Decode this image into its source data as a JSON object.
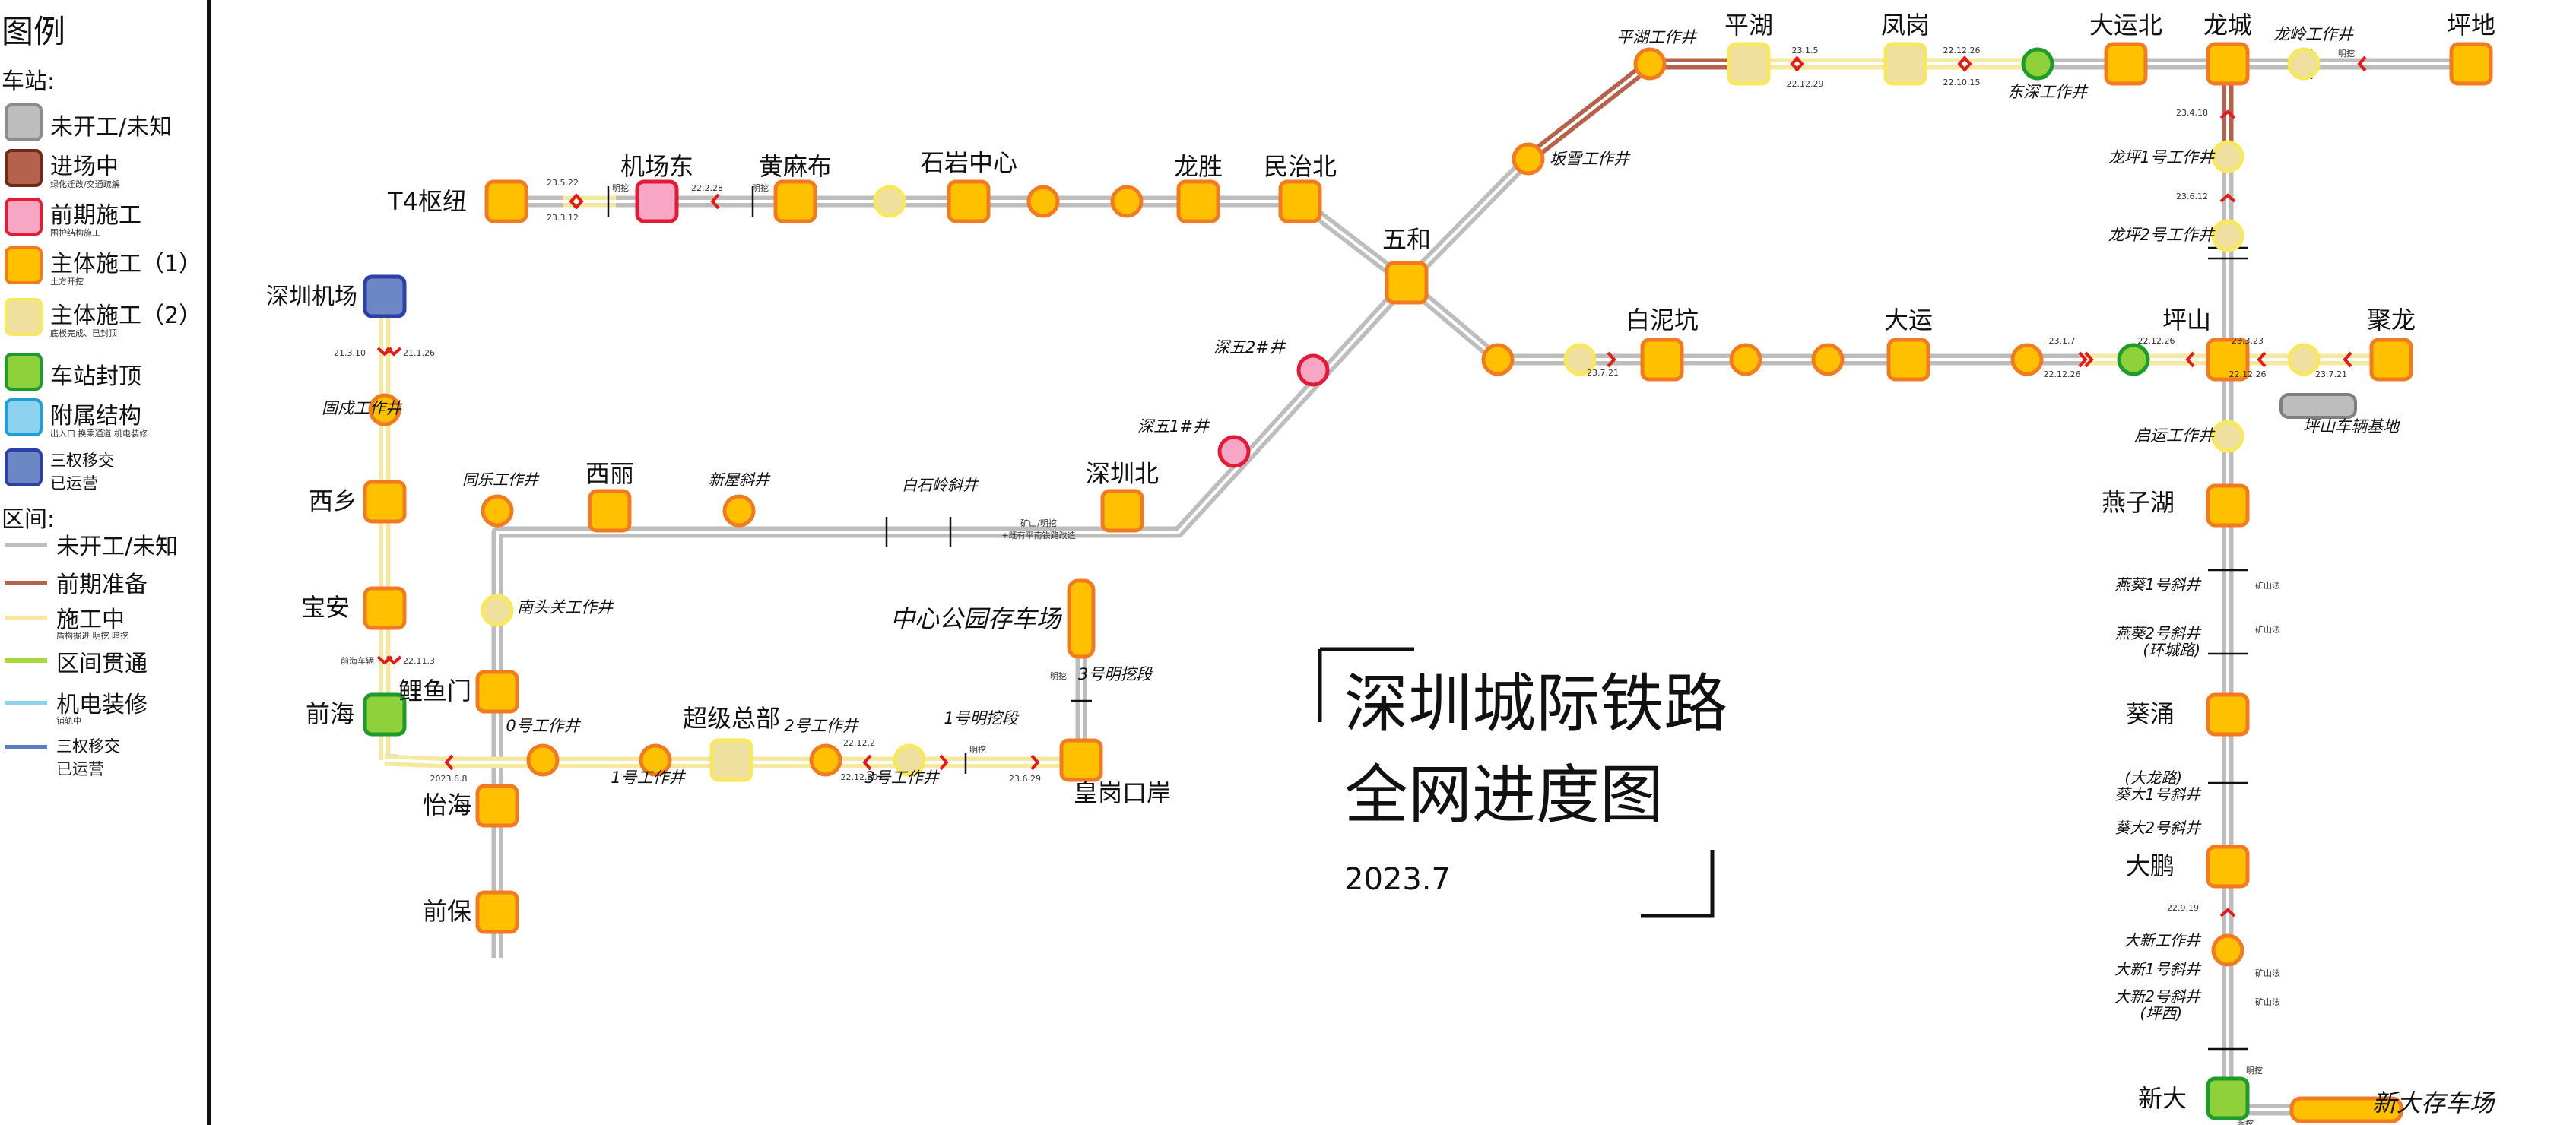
{
  "legend": {
    "title": "图例",
    "stations_heading": "车站:",
    "sections_heading": "区间:",
    "station_items": [
      {
        "label": "未开工/未知",
        "sub": "",
        "fill": "#bdbdbd",
        "stroke": "#8c8c8c",
        "icon": "station-grey"
      },
      {
        "label": "进场中",
        "sub": "绿化迁改/交通疏解",
        "fill": "#b5614b",
        "stroke": "#6e2a1a",
        "icon": "station-brown"
      },
      {
        "label": "前期施工",
        "sub": "围护结构施工",
        "fill": "#f7a6c3",
        "stroke": "#e31b38",
        "icon": "station-pink"
      },
      {
        "label": "主体施工（1）",
        "sub": "土方开挖",
        "fill": "#ffc000",
        "stroke": "#f27b21",
        "icon": "station-orange"
      },
      {
        "label": "主体施工（2）",
        "sub": "底板完成、已封顶",
        "fill": "#f0e0a0",
        "stroke": "#f7e85e",
        "icon": "station-cream"
      },
      {
        "label": "车站封顶",
        "sub": "",
        "fill": "#8fd13a",
        "stroke": "#1d9b2b",
        "icon": "station-green"
      },
      {
        "label": "附属结构",
        "sub": "出入口 换乘通道 机电装修",
        "fill": "#8dd3f0",
        "stroke": "#1e9fd6",
        "icon": "station-blue"
      },
      {
        "label": "三权移交",
        "sub": "已运营",
        "fill": "#6c87c4",
        "stroke": "#2d3fa8",
        "icon": "station-navy"
      }
    ],
    "section_items": [
      {
        "label": "未开工/未知",
        "sub": "",
        "color": "#bdbdbd"
      },
      {
        "label": "前期准备",
        "sub": "",
        "color": "#b5614b"
      },
      {
        "label": "施工中",
        "sub": "盾构掘进 明挖 暗挖",
        "color": "#f7e8a0"
      },
      {
        "label": "区间贯通",
        "sub": "",
        "color": "#a7d93c"
      },
      {
        "label": "机电装修",
        "sub": "铺轨中",
        "color": "#8dd3f0"
      },
      {
        "label": "三权移交",
        "sub": "已运营",
        "color": "#5b7bc4"
      }
    ]
  },
  "title": {
    "line1": "深圳城际铁路",
    "line2": "全网进度图",
    "date": "2023.7"
  },
  "colors": {
    "grey": "#bdbdbd",
    "brown": "#b5614b",
    "yellow": "#f7e8a0",
    "green": "#a7d93c",
    "orange_fill": "#ffc000",
    "orange_stroke": "#f27b21",
    "red": "#e31b1b",
    "black": "#111111"
  },
  "stations": [
    {
      "label": "T4枢纽",
      "status": "main1"
    },
    {
      "label": "机场东",
      "status": "pre"
    },
    {
      "label": "黄麻布",
      "status": "main1"
    },
    {
      "label": "石岩中心",
      "status": "main1"
    },
    {
      "label": "龙胜",
      "status": "main1"
    },
    {
      "label": "民治北",
      "status": "main1"
    },
    {
      "label": "五和",
      "status": "main1"
    },
    {
      "label": "平湖",
      "status": "main2"
    },
    {
      "label": "凤岗",
      "status": "main2"
    },
    {
      "label": "大运北",
      "status": "main1"
    },
    {
      "label": "龙城",
      "status": "main1"
    },
    {
      "label": "坪地",
      "status": "main1"
    },
    {
      "label": "白泥坑",
      "status": "main1"
    },
    {
      "label": "大运",
      "status": "main1"
    },
    {
      "label": "坪山",
      "status": "main1"
    },
    {
      "label": "聚龙",
      "status": "main1"
    },
    {
      "label": "燕子湖",
      "status": "main1"
    },
    {
      "label": "葵涌",
      "status": "main1"
    },
    {
      "label": "大鹏",
      "status": "main1"
    },
    {
      "label": "新大",
      "status": "green"
    },
    {
      "label": "深圳机场",
      "status": "navy"
    },
    {
      "label": "西乡",
      "status": "main1"
    },
    {
      "label": "宝安",
      "status": "main1"
    },
    {
      "label": "前海",
      "status": "green"
    },
    {
      "label": "鲤鱼门",
      "status": "main1"
    },
    {
      "label": "怡海",
      "status": "main1"
    },
    {
      "label": "前保",
      "status": "main1"
    },
    {
      "label": "西丽",
      "status": "main1"
    },
    {
      "label": "深圳北",
      "status": "main1"
    },
    {
      "label": "超级总部",
      "status": "main2"
    },
    {
      "label": "皇岗口岸",
      "status": "main1"
    }
  ],
  "depots": [
    {
      "label": "坪山车辆基地",
      "status": "grey"
    },
    {
      "label": "新大存车场",
      "status": "main1"
    },
    {
      "label": "中心公园存车场",
      "status": "main1"
    }
  ],
  "shafts": [
    {
      "label": "平湖工作井"
    },
    {
      "label": "坂雪工作井"
    },
    {
      "label": "东深工作井"
    },
    {
      "label": "龙岭工作井"
    },
    {
      "label": "龙坪1号工作井"
    },
    {
      "label": "龙坪2号工作井"
    },
    {
      "label": "启运工作井"
    },
    {
      "label": "燕葵1号斜井"
    },
    {
      "label": "燕葵2号斜井"
    },
    {
      "label": "(环城路)"
    },
    {
      "label": "(大龙路)"
    },
    {
      "label": "葵大1号斜井"
    },
    {
      "label": "葵大2号斜井"
    },
    {
      "label": "大新工作井"
    },
    {
      "label": "大新1号斜井"
    },
    {
      "label": "大新2号斜井"
    },
    {
      "label": "(坪西)"
    },
    {
      "label": "深五2#井"
    },
    {
      "label": "深五1#井"
    },
    {
      "label": "白石岭斜井"
    },
    {
      "label": "新屋斜井"
    },
    {
      "label": "同乐工作井"
    },
    {
      "label": "南头关工作井"
    },
    {
      "label": "固戍工作井"
    },
    {
      "label": "0号工作井"
    },
    {
      "label": "1号工作井"
    },
    {
      "label": "2号工作井"
    },
    {
      "label": "3号工作井"
    },
    {
      "label": "1号明挖段"
    },
    {
      "label": "3号明挖段"
    }
  ],
  "small_notes": [
    {
      "text": "23.5.22"
    },
    {
      "text": "23.3.12"
    },
    {
      "text": "明挖"
    },
    {
      "text": "22.2.28"
    },
    {
      "text": "明挖"
    },
    {
      "text": "23.1.5"
    },
    {
      "text": "22.12.29"
    },
    {
      "text": "22.12.26"
    },
    {
      "text": "22.10.15"
    },
    {
      "text": "明挖"
    },
    {
      "text": "23.4.18"
    },
    {
      "text": "23.6.12"
    },
    {
      "text": "23.7.21"
    },
    {
      "text": "23.1.7"
    },
    {
      "text": "22.12.26"
    },
    {
      "text": "22.12.26"
    },
    {
      "text": "23.3.23"
    },
    {
      "text": "22.12.26"
    },
    {
      "text": "23.7.21"
    },
    {
      "text": "矿山法"
    },
    {
      "text": "矿山法"
    },
    {
      "text": "22.9.19"
    },
    {
      "text": "矿山法"
    },
    {
      "text": "矿山法"
    },
    {
      "text": "明挖"
    },
    {
      "text": "明挖"
    },
    {
      "text": "21.3.10"
    },
    {
      "text": "21.1.26"
    },
    {
      "text": "前海车辆"
    },
    {
      "text": "22.11.3"
    },
    {
      "text": "2023.6.8"
    },
    {
      "text": "矿山/明挖"
    },
    {
      "text": "+既有平南铁路改造"
    },
    {
      "text": "明挖"
    },
    {
      "text": "22.12.2"
    },
    {
      "text": "22.12.20"
    },
    {
      "text": "明挖"
    },
    {
      "text": "23.6.29"
    }
  ]
}
